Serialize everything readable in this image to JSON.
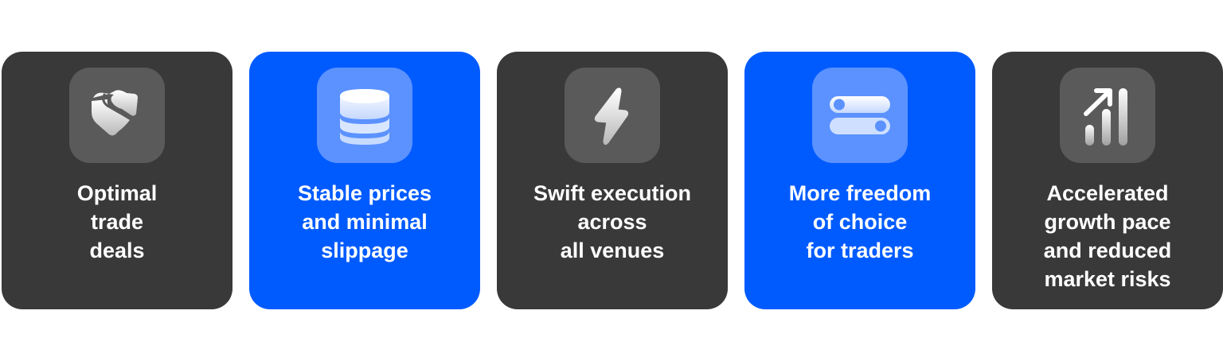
{
  "cards": [
    {
      "title": "Optimal\ntrade\ndeals",
      "icon": "handshake-icon",
      "theme": "dark"
    },
    {
      "title": "Stable prices\nand minimal\nslippage",
      "icon": "database-coins-icon",
      "theme": "blue"
    },
    {
      "title": "Swift execution\nacross\nall venues",
      "icon": "lightning-bolt-icon",
      "theme": "dark"
    },
    {
      "title": "More freedom\nof choice\nfor traders",
      "icon": "toggle-switches-icon",
      "theme": "blue"
    },
    {
      "title": "Accelerated\ngrowth pace\nand reduced\nmarket risks",
      "icon": "growth-chart-icon",
      "theme": "dark"
    }
  ],
  "colors": {
    "dark_card": "#393939",
    "blue_card": "#005bff",
    "dark_icon_tile": "#5a5a5a",
    "blue_icon_tile": "#5b92ff",
    "text": "#ffffff",
    "background": "#ffffff"
  }
}
